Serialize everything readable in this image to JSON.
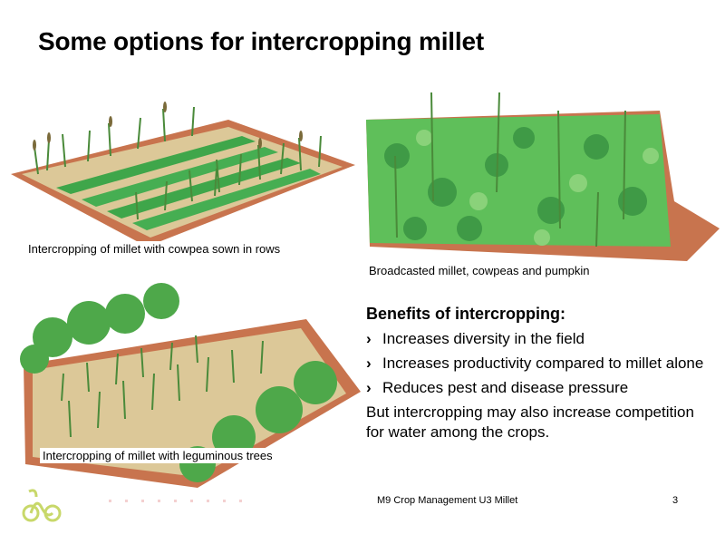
{
  "title": "Some options for intercropping millet",
  "captions": {
    "rows": "Intercropping of millet with cowpea sown in rows",
    "broadcast": "Broadcasted millet, cowpeas and pumpkin",
    "trees": "Intercropping of millet with leguminous trees"
  },
  "benefits": {
    "heading": "Benefits of intercropping:",
    "bullet_glyph": "›",
    "items": [
      "Increases diversity in the field",
      "Increases productivity compared to millet alone",
      "Reduces pest and disease pressure"
    ],
    "note": "But intercropping may also increase competition for water among the crops."
  },
  "footer": {
    "course": "M9 Crop Management   U3 Millet",
    "page": "3"
  },
  "colors": {
    "soil": "#c8744e",
    "straw": "#dcc898",
    "leaf_dark": "#2f8f3a",
    "leaf_light": "#7ccf6a",
    "logo": "#c8d86a"
  }
}
